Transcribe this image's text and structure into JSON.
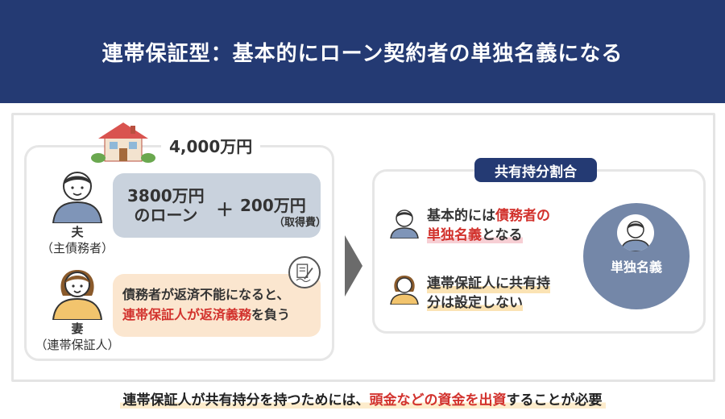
{
  "header": {
    "title": "連帯保証型：基本的にローン契約者の単独名義になる"
  },
  "left_panel": {
    "price": "4,000万円",
    "husband": {
      "name": "夫",
      "role": "（主債務者）"
    },
    "wife": {
      "name": "妻",
      "role": "（連帯保証人）"
    },
    "loan": {
      "line1": "3800万円",
      "line2": "のローン",
      "plus": "＋",
      "fee": "200万円",
      "fee_note": "（取得費）"
    },
    "responsibility": {
      "line1": "債務者が返済不能になると、",
      "line2_red": "連帯保証人が返済義務",
      "line2_rest": "を負う"
    }
  },
  "right_panel": {
    "badge": "共有持分割合",
    "point1": {
      "pre": "基本的には",
      "red1": "債務者の",
      "red2": "単独名義",
      "post": "となる"
    },
    "point2": {
      "line1": "連帯保証人に共有持",
      "line2": "分は設定しない"
    },
    "circle_label": "単独名義"
  },
  "footer": {
    "pre": "連帯保証人が共有持分を持つためには、",
    "red": "頭金などの資金を出資",
    "post": "することが必要"
  },
  "colors": {
    "navy": "#243a73",
    "gray_blue": "#c9d2dd",
    "peach": "#fbe6cf",
    "red": "#d2322d",
    "circle": "#7487a8"
  },
  "icons": [
    "house-icon",
    "husband-avatar-icon",
    "wife-avatar-icon",
    "signature-document-icon",
    "chevron-right-arrow-icon",
    "husband-mini-icon",
    "wife-mini-icon",
    "sole-owner-avatar-icon"
  ]
}
